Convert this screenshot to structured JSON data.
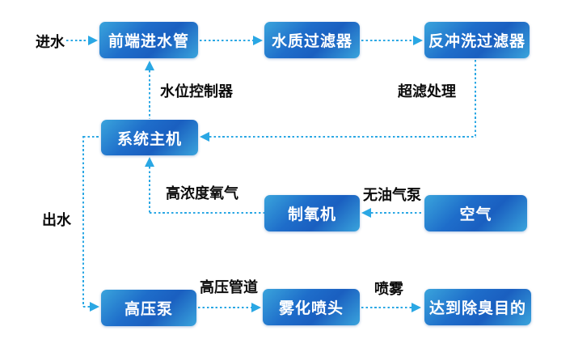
{
  "nodes": {
    "inlet_pipe": "前端进水管",
    "water_filter": "水质过滤器",
    "backwash_filter": "反冲洗过滤器",
    "system_host": "系统主机",
    "oxygen_generator": "制氧机",
    "air": "空气",
    "high_pressure_pump": "高压泵",
    "atomizing_nozzle": "雾化喷头",
    "deodorization_goal": "达到除臭目的"
  },
  "edge_labels": {
    "inlet_water": "进水",
    "water_level_controller": "水位控制器",
    "ultrafiltration": "超滤处理",
    "high_concentration_oxygen": "高浓度氧气",
    "oil_free_air_pump": "无油气泵",
    "outlet_water": "出水",
    "high_pressure_pipe": "高压管道",
    "spray": "喷雾"
  },
  "colors": {
    "connector": "#2aa7e4",
    "node_gradient_light": "#3aa4dc",
    "node_gradient_dark": "#1a5fc0",
    "node_text": "#ffffff",
    "label_text": "#0c0c0c",
    "background": "#ffffff"
  }
}
